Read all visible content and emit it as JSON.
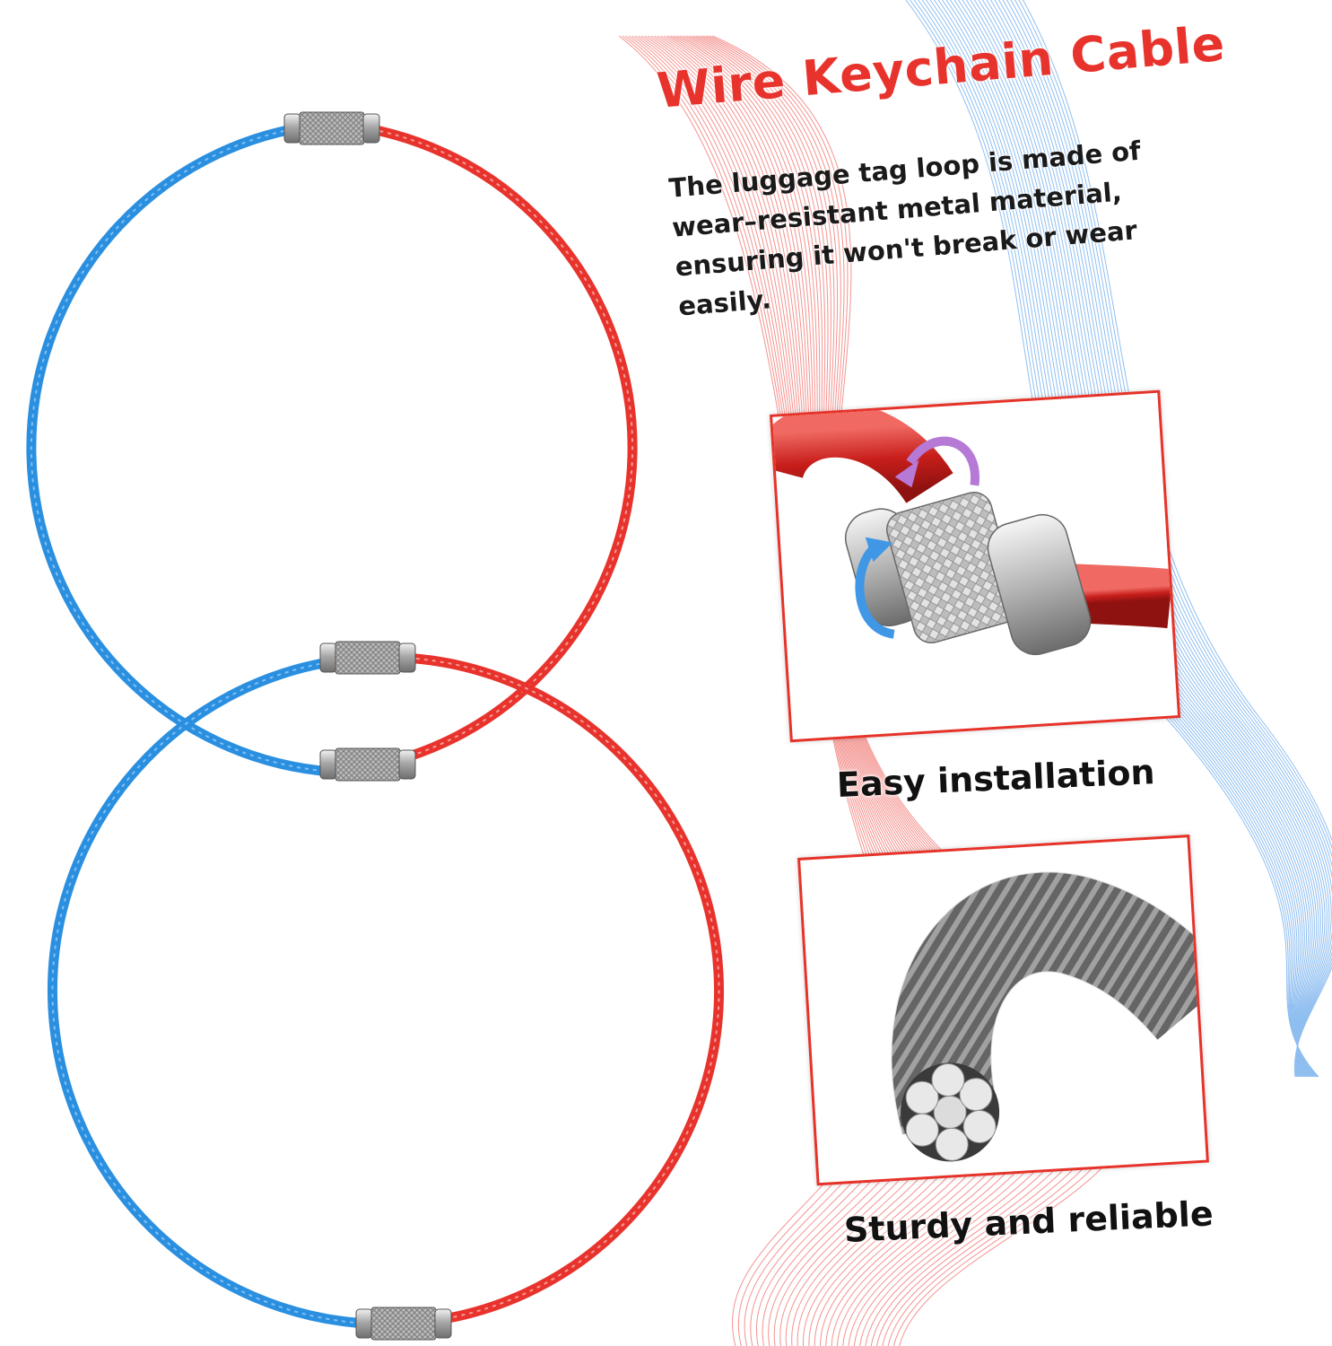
{
  "heading": {
    "title": "Wire Keychain Cable",
    "description": "The luggage tag loop is made of wear–resistant metal material, ensuring it won't break or wear easily."
  },
  "features": [
    {
      "caption": "Easy installation",
      "image_icon": "screw-lock-closeup-icon"
    },
    {
      "caption": "Sturdy and reliable",
      "image_icon": "steel-wire-strands-icon"
    }
  ],
  "colors": {
    "red_cable": "#e8332d",
    "blue_cable": "#2b8fe0",
    "accent_border": "#e6332a",
    "text": "#1a1a1a"
  }
}
